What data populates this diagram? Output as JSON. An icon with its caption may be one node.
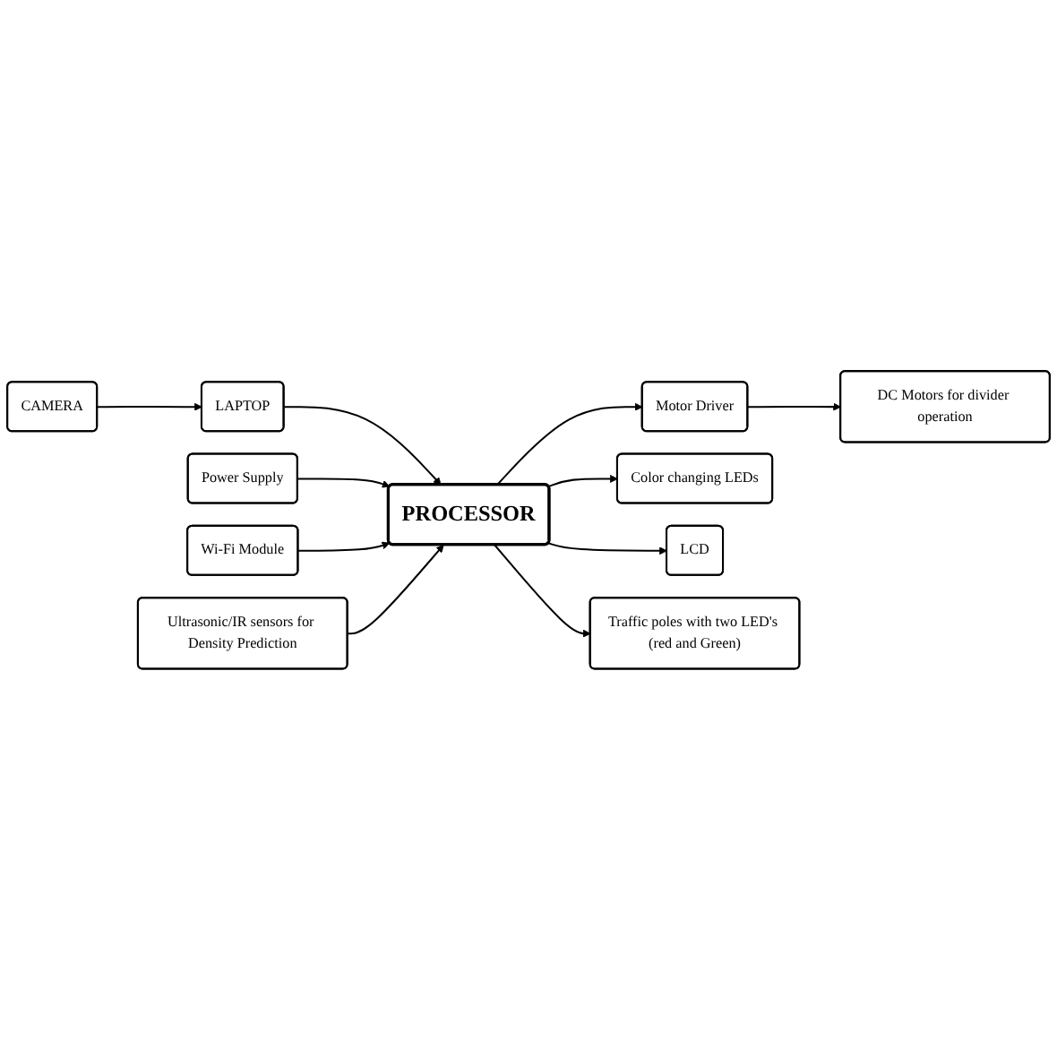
{
  "diagram": {
    "nodes": [
      {
        "text": [
          "CAMERA"
        ]
      },
      {
        "text": [
          "LAPTOP"
        ]
      },
      {
        "text": [
          "DC Motors for divider operation"
        ]
      },
      {
        "text": [
          "Power Supply"
        ]
      },
      {
        "text": [
          "PROCESSOR"
        ]
      },
      {
        "text": [
          "Motor Driver"
        ]
      },
      {
        "text": [
          "Wi-Fi Module"
        ]
      },
      {
        "text": [
          "Color changing LEDs"
        ]
      },
      {
        "text": [
          "Ultrasonic/IR sensors for Density Prediction"
        ]
      },
      {
        "text": [
          "LCD"
        ]
      },
      {
        "text": [
          "Traffic poles with two LED's (red and Green)"
        ]
      }
    ],
    "edges": [
      {
        "from": 0,
        "to": 1,
        "arrow": "to"
      },
      {
        "from": 1,
        "to": 4,
        "arrow": "to"
      },
      {
        "from": 3,
        "to": 4,
        "arrow": "to"
      },
      {
        "from": 6,
        "to": 4,
        "arrow": "to"
      },
      {
        "from": 8,
        "to": 4,
        "arrow": "to"
      },
      {
        "from": 4,
        "to": 5,
        "arrow": "to"
      },
      {
        "from": 5,
        "to": 2,
        "arrow": "to"
      },
      {
        "from": 4,
        "to": 7,
        "arrow": "to"
      },
      {
        "from": 4,
        "to": 9,
        "arrow": "to"
      },
      {
        "from": 4,
        "to": 10,
        "arrow": "to"
      }
    ]
  }
}
